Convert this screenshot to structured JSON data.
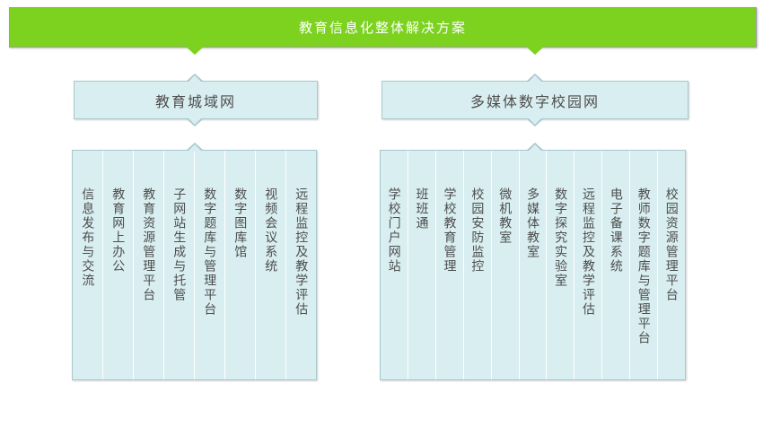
{
  "banner": {
    "title": "教育信息化整体解决方案"
  },
  "groups": [
    {
      "header": "教育城域网",
      "columns": [
        "信息发布与交流",
        "教育网上办公",
        "教育资源管理平台",
        "子网站生成与托管",
        "数字题库与管理平台",
        "数字图库馆",
        "视频会议系统",
        "远程监控及教学评估"
      ]
    },
    {
      "header": "多媒体数字校园网",
      "columns": [
        "学校门户网站",
        "班班通",
        "学校教育管理",
        "校园安防监控",
        "微机教室",
        "多媒体教室",
        "数字探究实验室",
        "远程监控及教学评估",
        "电子备课系统",
        "教师数字题库与管理平台",
        "校园资源管理平台"
      ]
    }
  ],
  "colors": {
    "banner_green": "#7cd21f",
    "banner_border": "#9c9c9c",
    "banner_text": "#ffffff",
    "box_fill": "#d9eef1",
    "box_border": "#a8c8cd",
    "label_color": "#4d4d4d",
    "column_divider": "#ffffff"
  }
}
